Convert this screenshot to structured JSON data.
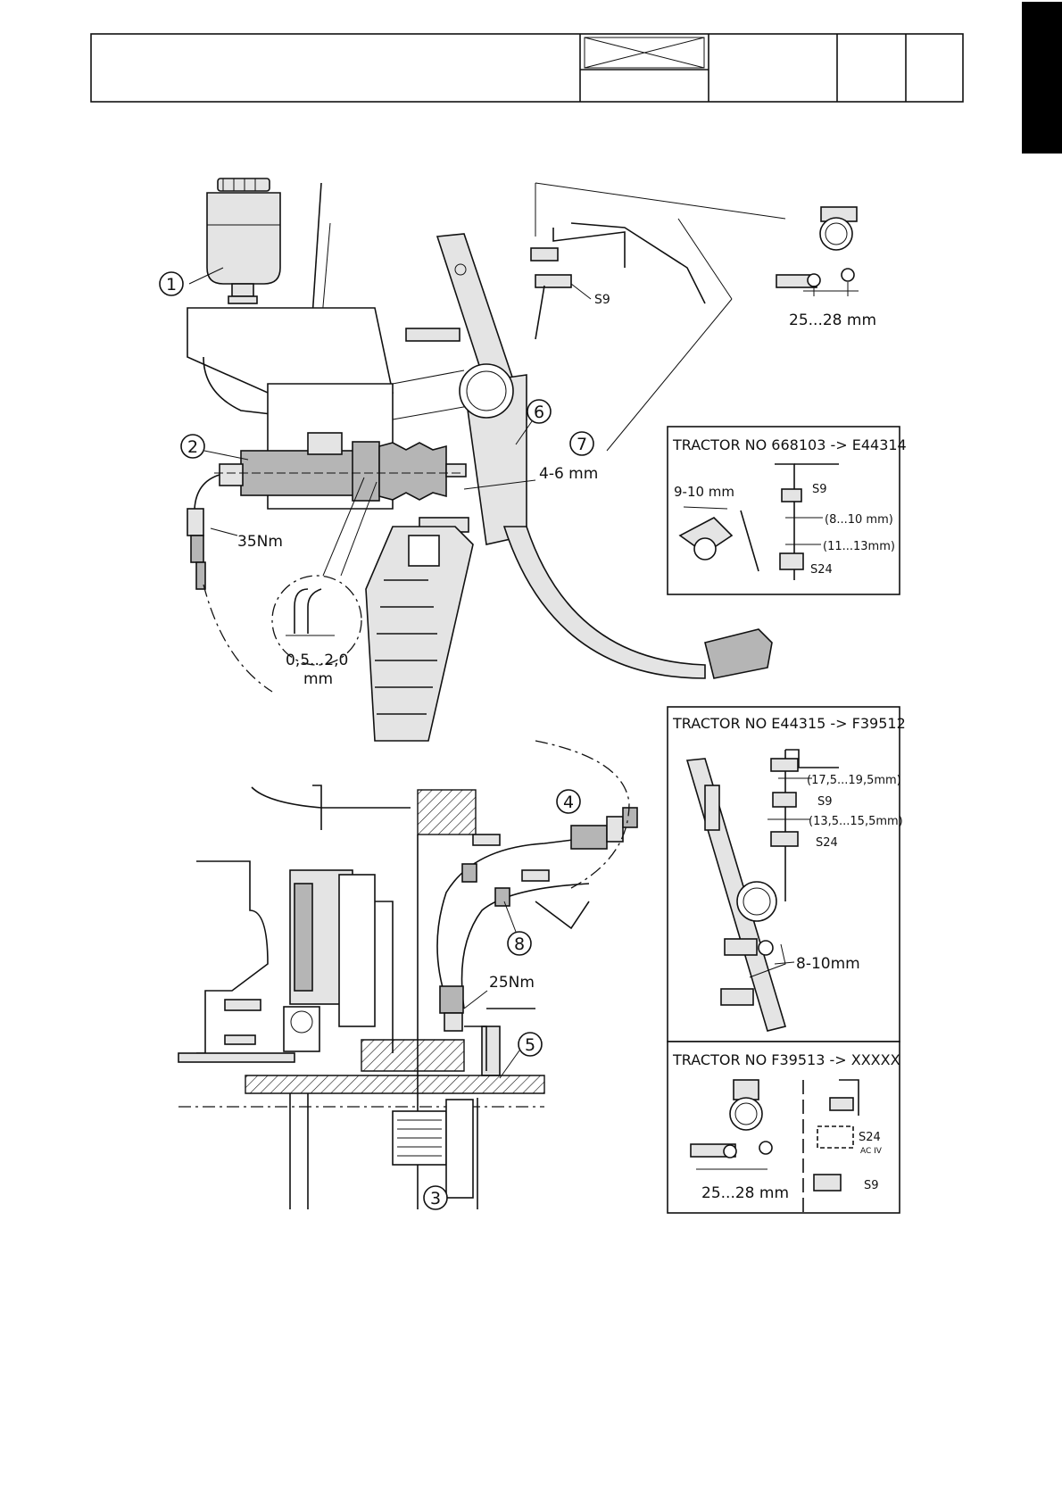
{
  "callouts": {
    "c1": "1",
    "c2": "2",
    "c3": "3",
    "c4": "4",
    "c5": "5",
    "c6": "6",
    "c7": "7",
    "c8": "8"
  },
  "dimensions": {
    "top_right_gap": "25...28 mm",
    "rod_gap": "4-6 mm",
    "hose_torque": "35Nm",
    "detail_gap_value": "0,5...2,0",
    "detail_gap_unit": "mm",
    "pipe_torque": "25Nm",
    "switch_label": "S9"
  },
  "inset1": {
    "title": "TRACTOR NO 668103 -> E44314",
    "gap": "9-10 mm",
    "switch_top": "S9",
    "dim_a": "(8...10 mm)",
    "dim_b": "(11...13mm)",
    "switch_bottom": "S24"
  },
  "inset2": {
    "title": "TRACTOR NO E44315 -> F39512",
    "dim_a": "(17,5...19,5mm)",
    "switch_top": "S9",
    "dim_b": "(13,5...15,5mm)",
    "switch_bottom": "S24",
    "gap": "8-10mm"
  },
  "inset3": {
    "title": "TRACTOR NO F39513 -> XXXXX",
    "switch_mid": "S24",
    "switch_mid_sub": "AC IV",
    "switch_bottom": "S9",
    "gap": "25...28 mm"
  },
  "colors": {
    "ink": "#111111",
    "shade": "#e4e4e4",
    "tab": "#000000"
  }
}
